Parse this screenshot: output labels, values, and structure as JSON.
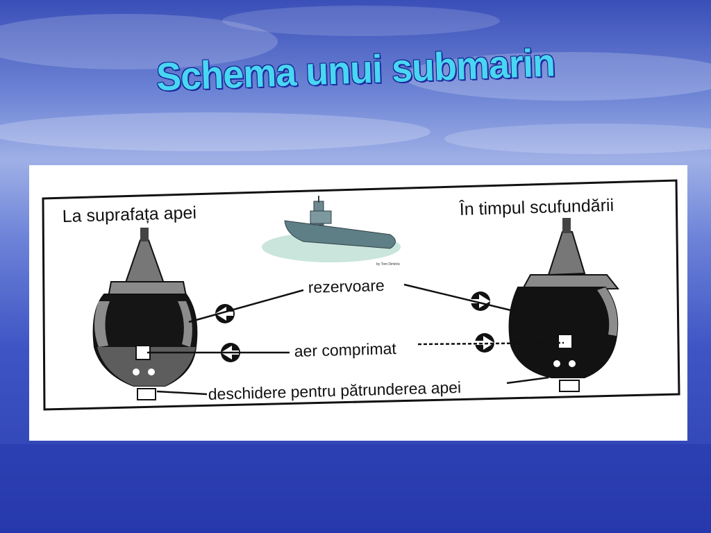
{
  "slide": {
    "title": "Schema unui submarin"
  },
  "diagram": {
    "left_label": "La suprafața apei",
    "right_label": "În timpul scufundării",
    "label_tanks": "rezervoare",
    "label_air": "aer comprimat",
    "label_water": "deschidere pentru pătrunderea apei",
    "photo_credit": "by Tom Dimitric"
  }
}
